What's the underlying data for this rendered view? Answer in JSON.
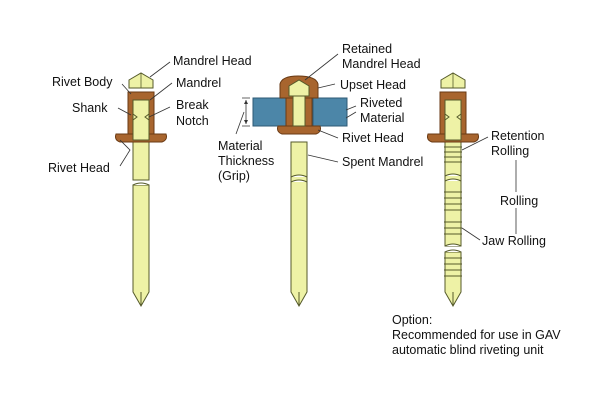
{
  "colors": {
    "mandrel_fill": "#eef2a6",
    "mandrel_stroke": "#555a2a",
    "rivet_fill": "#a8652e",
    "rivet_stroke": "#6a3a14",
    "material_fill": "#4c86a8",
    "material_stroke": "#2e5a75",
    "leader": "#333333"
  },
  "labels": {
    "mandrel_head": "Mandrel Head",
    "rivet_body": "Rivet Body",
    "mandrel": "Mandrel",
    "shank": "Shank",
    "break_notch_1": "Break",
    "break_notch_2": "Notch",
    "rivet_head_left": "Rivet Head",
    "retained_1": "Retained",
    "retained_2": "Mandrel Head",
    "upset_head": "Upset Head",
    "riveted_1": "Riveted",
    "riveted_2": "Material",
    "rivet_head_mid": "Rivet Head",
    "thickness_1": "Material",
    "thickness_2": "Thickness",
    "thickness_3": "(Grip)",
    "spent_mandrel": "Spent Mandrel",
    "retention_1": "Retention",
    "retention_2": "Rolling",
    "rolling": "Rolling",
    "jaw_rolling": "Jaw Rolling",
    "option_1": "Option:",
    "option_2": "Recommended for use in GAV",
    "option_3": "automatic blind riveting unit"
  }
}
